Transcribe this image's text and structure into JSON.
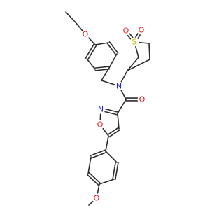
{
  "molecule": {
    "colors": {
      "bond": "#2b2b2b",
      "C": "#2b2b2b",
      "O": "#e8161a",
      "N": "#2222e0",
      "S": "#c8b400"
    },
    "atom_labels": {
      "o_ethoxy": "O",
      "s_sulfone": "S",
      "o_sulfone_1": "O",
      "o_sulfone_2": "O",
      "n_amide": "N",
      "o_carbonyl": "O",
      "n_isoxazole": "N",
      "o_isoxazole": "O",
      "o_methoxy": "O"
    }
  }
}
